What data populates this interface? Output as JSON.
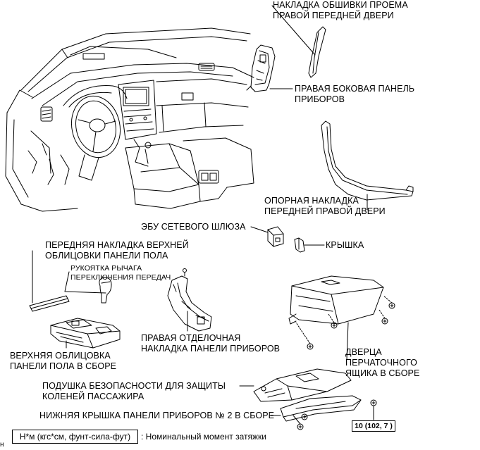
{
  "labels": {
    "door_opening_trim": [
      "НАКЛАДКА ОБШИВКИ ПРОЕМА",
      "ПРАВОЙ ПЕРЕДНЕЙ ДВЕРИ"
    ],
    "right_side_panel": [
      "ПРАВАЯ БОКОВАЯ ПАНЕЛЬ",
      "ПРИБОРОВ"
    ],
    "scuff_plate": [
      "ОПОРНАЯ НАКЛАДКА",
      "ПЕРЕДНЕЙ ПРАВОЙ ДВЕРИ"
    ],
    "gateway_ecu": "ЭБУ СЕТЕВОГО ШЛЮЗА",
    "cover": "КРЫШКА",
    "front_console_trim": [
      "ПЕРЕДНЯЯ НАКЛАДКА ВЕРХНЕЙ",
      "ОБЛИЦОВКИ ПАНЕЛИ ПОЛА"
    ],
    "shift_knob": [
      "РУКОЯТКА РЫЧАГА",
      "ПЕРЕКЛЮЧЕНИЯ ПЕРЕДАЧ"
    ],
    "upper_console": [
      "ВЕРХНЯЯ ОБЛИЦОВКА",
      "ПАНЕЛИ ПОЛА В СБОРЕ"
    ],
    "right_finish_panel": [
      "ПРАВАЯ ОТДЕЛОЧНАЯ",
      "НАКЛАДКА ПАНЕЛИ ПРИБОРОВ"
    ],
    "glove_box_door": [
      "ДВЕРЦА",
      "ПЕРЧАТОЧНОГО",
      "ЯЩИКА В СБОРЕ"
    ],
    "knee_airbag": [
      "ПОДУШКА БЕЗОПАСНОСТИ ДЛЯ ЗАЩИТЫ",
      "КОЛЕНЕЙ ПАССАЖИРА"
    ],
    "lower_cover": "НИЖНЯЯ КРЫШКА ПАНЕЛИ ПРИБОРОВ № 2 В СБОРЕ"
  },
  "torque_value": "10 (102, 7 )",
  "legend": {
    "box": "Н*м (кгс*см, фунт-сила-фут)",
    "text": ": Номинальный момент затяжки"
  },
  "corner_mark": "н"
}
